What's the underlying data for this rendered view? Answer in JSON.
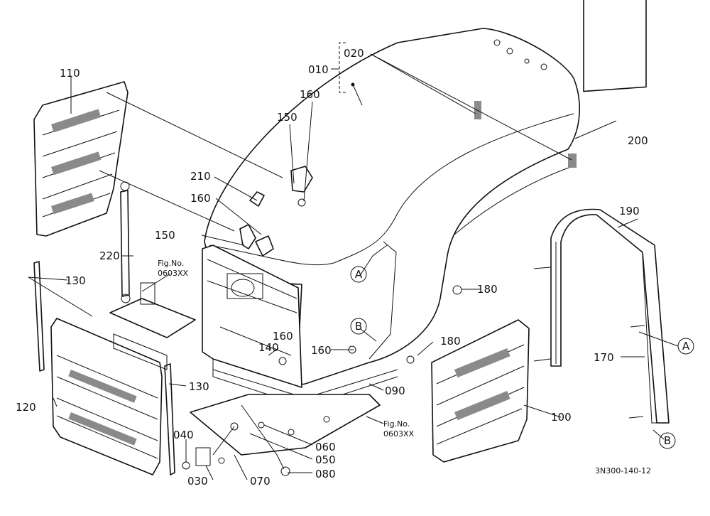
{
  "callouts": {
    "c010": "010",
    "c020": "020",
    "c110": "110",
    "c160a": "160",
    "c150a": "150",
    "c200": "200",
    "c210": "210",
    "c160b": "160",
    "c150b": "150",
    "c220": "220",
    "c190": "190",
    "c130a": "130",
    "c180a": "180",
    "c160c": "160",
    "c140": "140",
    "c160d": "160",
    "c180b": "180",
    "c170": "170",
    "c130b": "130",
    "c090": "090",
    "c120": "120",
    "c100": "100",
    "c040": "040",
    "c060": "060",
    "c050": "050",
    "c030": "030",
    "c070": "070",
    "c080": "080"
  },
  "references": {
    "fig_a_label": "Fig.No.",
    "fig_a_num": "0603XX",
    "fig_b_label": "Fig.No.",
    "fig_b_num": "0603XX",
    "marker_a1": "A",
    "marker_a2": "A",
    "marker_b1": "B",
    "marker_b2": "B"
  },
  "drawing_id": "3N300-140-12"
}
